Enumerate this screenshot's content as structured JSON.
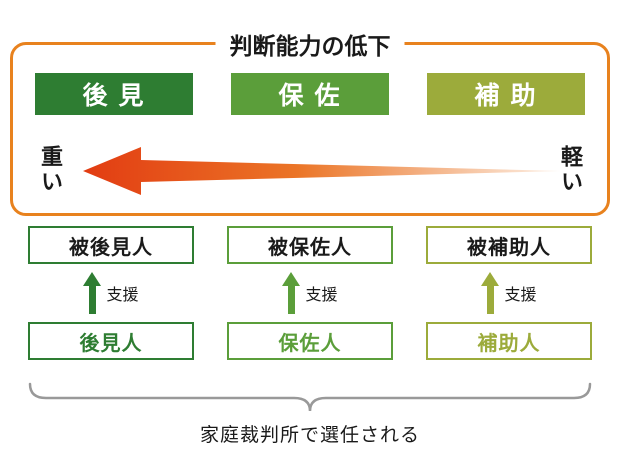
{
  "title": "判断能力の低下",
  "panel_border_color": "#e8821e",
  "levels": [
    {
      "label": "後 見",
      "color": "#2e7d32"
    },
    {
      "label": "保 佐",
      "color": "#5b9e3a"
    },
    {
      "label": "補 助",
      "color": "#9cab3b"
    }
  ],
  "scale": {
    "left_label": "重い",
    "right_label": "軽い"
  },
  "arrow": {
    "color_start": "#e23c12",
    "color_mid": "#eb7527",
    "color_end": "#fdf1e7"
  },
  "columns": [
    {
      "ward": "被後見人",
      "support": "支援",
      "guardian": "後見人",
      "color": "#2e7d32"
    },
    {
      "ward": "被保佐人",
      "support": "支援",
      "guardian": "保佐人",
      "color": "#5b9e3a"
    },
    {
      "ward": "被補助人",
      "support": "支援",
      "guardian": "補助人",
      "color": "#9cab3b"
    }
  ],
  "brace_color": "#999999",
  "footer": "家庭裁判所で選任される"
}
